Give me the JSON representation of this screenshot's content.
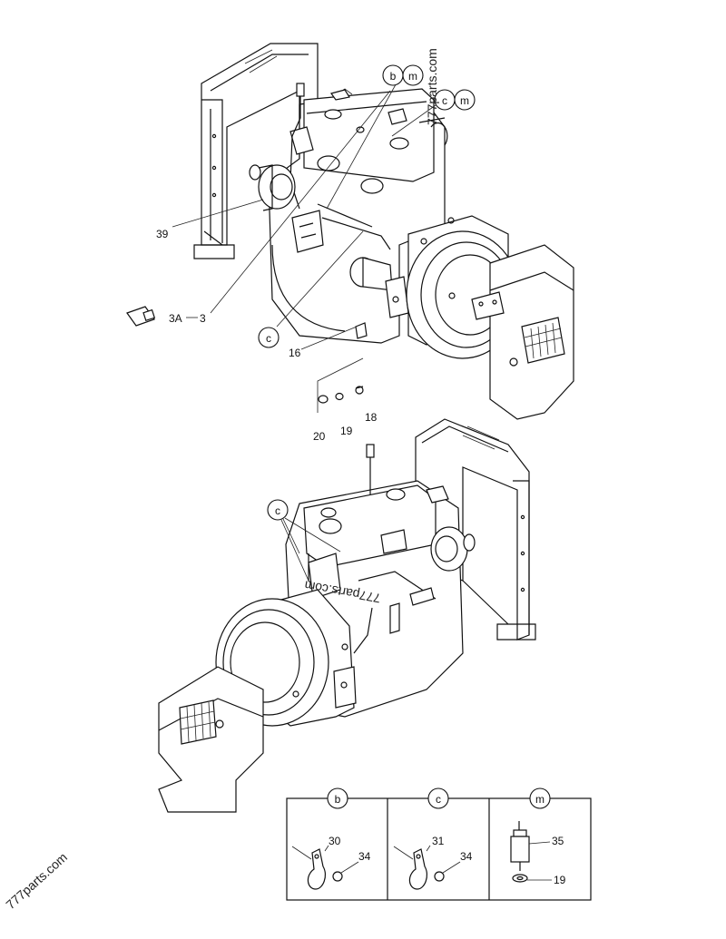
{
  "watermarks": {
    "top": "777parts.com",
    "bottom_left": "777parts.com",
    "mirrored": "777parts.com"
  },
  "callouts": {
    "top_b": "b",
    "top_m1": "m",
    "top_c": "c",
    "top_m2": "m",
    "top_c_lower": "c",
    "bottom_c": "c"
  },
  "labels": {
    "p39": "39",
    "p3A": "3A",
    "p3": "3",
    "p16": "16",
    "p18": "18",
    "p19": "19",
    "p20": "20"
  },
  "detail_box": {
    "col_b": {
      "letter": "b",
      "part": "30",
      "nut": "34"
    },
    "col_c": {
      "letter": "c",
      "part": "31",
      "nut": "34"
    },
    "col_m": {
      "letter": "m",
      "part": "35",
      "washer": "19"
    }
  }
}
